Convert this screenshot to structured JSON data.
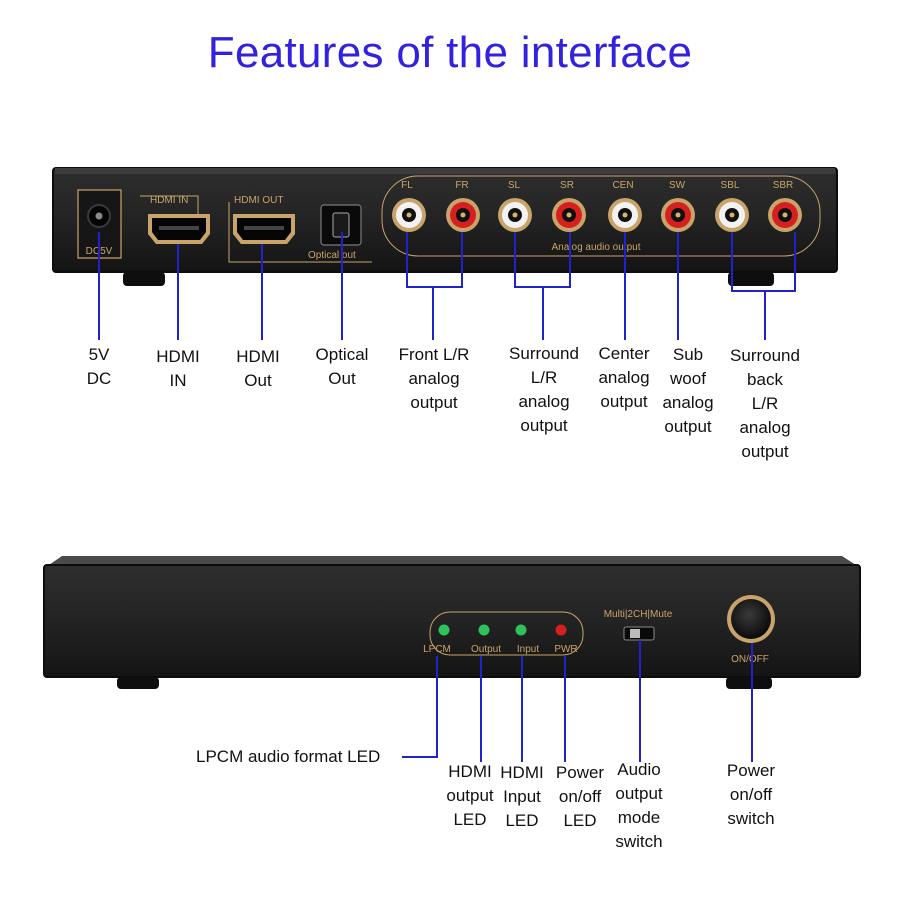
{
  "title": "Features of the interface",
  "rear_panel": {
    "dc_jack_text": "DC5V",
    "hdmi_in_text": "HDMI IN",
    "hdmi_out_text": "HDMI OUT",
    "optical_text": "Optical out",
    "analog_group_text": "Analog audio output",
    "channels": [
      "FL",
      "FR",
      "SL",
      "SR",
      "CEN",
      "SW",
      "SBL",
      "SBR"
    ]
  },
  "front_panel": {
    "led_labels": [
      "LPCM",
      "Output",
      "Input",
      "PWR"
    ],
    "switch_text": "Multi|2CH|Mute",
    "power_text": "ON/OFF"
  },
  "colors": {
    "title": "#3322dd",
    "led_green": "#2fc25a",
    "led_red": "#d62020",
    "callout_line": "#2222cc",
    "panel_print": "#c9a46a"
  },
  "rear_labels": [
    "5V\nDC",
    "HDMI\nIN",
    "HDMI\nOut",
    "Optical\nOut",
    "Front L/R\nanalog\noutput",
    "Surround\nL/R\nanalog\noutput",
    "Center\nanalog\noutput",
    "Sub\nwoof\nanalog\noutput",
    "Surround\nback\nL/R\nanalog\noutput"
  ],
  "front_labels": [
    "LPCM audio format LED",
    "HDMI\noutput\nLED",
    "HDMI\nInput\nLED",
    "Power\non/off\nLED",
    "Audio\noutput\nmode\nswitch",
    "Power\non/off\nswitch"
  ]
}
